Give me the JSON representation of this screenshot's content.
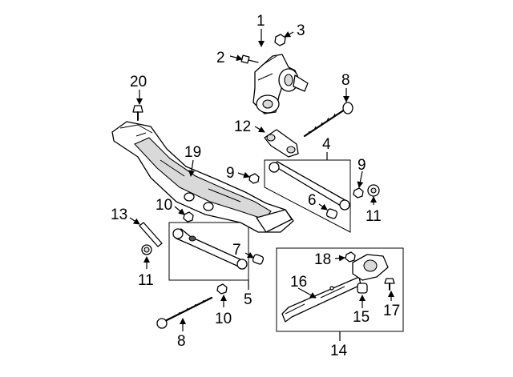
{
  "callouts": {
    "c1": "1",
    "c2": "2",
    "c3": "3",
    "c4": "4",
    "c5": "5",
    "c6": "6",
    "c7": "7",
    "c8a": "8",
    "c8b": "8",
    "c9a": "9",
    "c9b": "9",
    "c10a": "10",
    "c10b": "10",
    "c11a": "11",
    "c11b": "11",
    "c12": "12",
    "c13": "13",
    "c14": "14",
    "c15": "15",
    "c16": "16",
    "c17": "17",
    "c18": "18",
    "c19": "19",
    "c20": "20"
  }
}
